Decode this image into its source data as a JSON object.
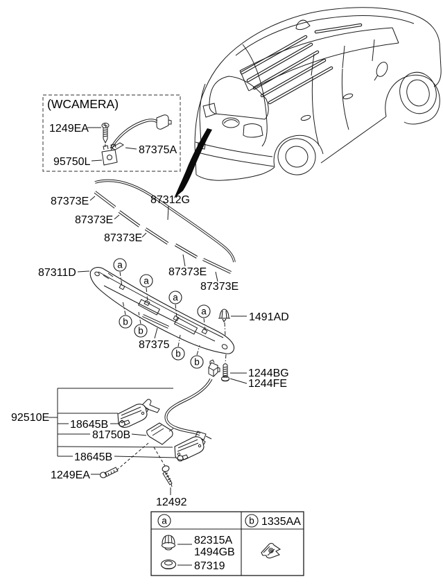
{
  "camera_box": {
    "title": "(WCAMERA)",
    "screw_label": "1249EA",
    "pad_label": "87375A",
    "camera_label": "95750L"
  },
  "mouldings": {
    "strip_label": "87373E",
    "moulding_label": "87312G"
  },
  "garnish": {
    "panel_label": "87311D",
    "pad_label": "87375",
    "clip_label": "1491AD",
    "screw_label_1": "1244BG",
    "screw_label_2": "1244FE"
  },
  "lamp_assembly": {
    "assembly_label": "92510E",
    "bulb_label": "18645B",
    "switch_label": "81750B",
    "bolt_label": "1249EA",
    "screw_label": "12492"
  },
  "markers": {
    "a": "a",
    "b": "b"
  },
  "legend": {
    "a_part_1": "82315A",
    "a_part_2": "1494GB",
    "a_part_3": "87319",
    "b_part": "1335AA"
  },
  "colors": {
    "line": "#1a1a1a",
    "background": "#ffffff"
  }
}
